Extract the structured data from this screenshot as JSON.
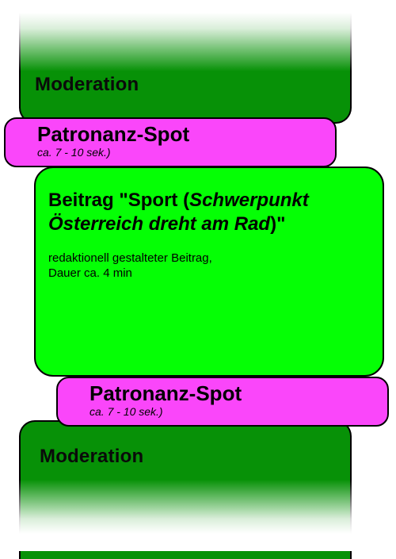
{
  "moderation_top": {
    "label": "Moderation"
  },
  "spot_top": {
    "title": "Patronanz-Spot",
    "duration": "ca. 7 - 10 sek.)"
  },
  "beitrag": {
    "title_prefix": "Beitrag \"Sport (",
    "title_italic": "Schwerpunkt Österreich dreht am Rad",
    "title_suffix": ")\"",
    "description_line1": "redaktionell gestalteter Beitrag,",
    "description_line2": "Dauer ca. 4 min"
  },
  "spot_bottom": {
    "title": "Patronanz-Spot",
    "duration": "ca. 7 - 10 sek.)"
  },
  "moderation_bottom": {
    "label": "Moderation"
  },
  "colors": {
    "moderation": "#079107",
    "spot": "#fa46fa",
    "beitrag": "#05ff05"
  }
}
